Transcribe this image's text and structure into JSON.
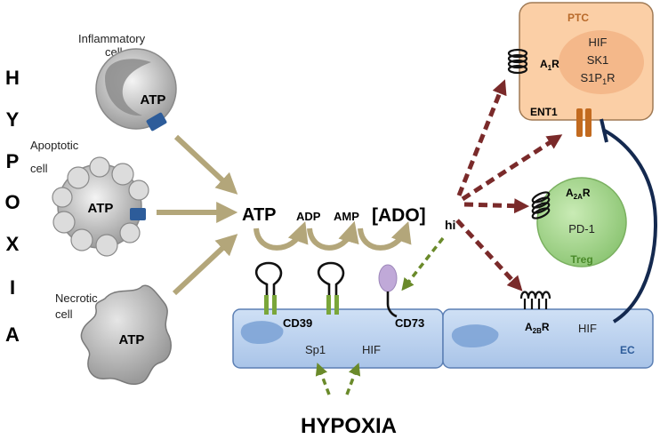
{
  "side_label": [
    "H",
    "Y",
    "P",
    "O",
    "X",
    "I",
    "A"
  ],
  "cells": {
    "inflammatory": {
      "label_line1": "Inflammatory",
      "label_line2": "cell",
      "content": "ATP"
    },
    "apoptotic": {
      "label_line1": "Apoptotic",
      "label_line2": "cell",
      "content": "ATP"
    },
    "necrotic": {
      "label_line1": "Necrotic",
      "label_line2": "cell",
      "content": "ATP"
    }
  },
  "pathway": {
    "atp": "ATP",
    "adp": "ADP",
    "amp": "AMP",
    "ado": "[ADO]",
    "ado_sub": "hi"
  },
  "enzymes": {
    "cd39": "CD39",
    "cd73": "CD73"
  },
  "epithelium": {
    "sp1": "Sp1",
    "hif": "HIF"
  },
  "ptc": {
    "title": "PTC",
    "hif": "HIF",
    "sk1": "SK1",
    "s1p1r_prefix": "S1P",
    "s1p1r_sub": "1",
    "s1p1r_suffix": "R",
    "ent1": "ENT1"
  },
  "receptors": {
    "a1r_prefix": "A",
    "a1r_sub": "1",
    "a1r_suffix": "R",
    "a2ar_prefix": "A",
    "a2ar_sub": "2A",
    "a2ar_suffix": "R",
    "a2br_prefix": "A",
    "a2br_sub": "2B",
    "a2br_suffix": "R"
  },
  "treg": {
    "pd1": "PD-1",
    "label": "Treg"
  },
  "endothelium": {
    "hif": "HIF",
    "label": "EC"
  },
  "bottom_label": "HYPOXIA",
  "colors": {
    "olive_arrow": "#b3a67a",
    "maroon_arrow": "#7a2a2a",
    "green_dash": "#6a8a2a",
    "ptc_fill": "#fbcfa6",
    "treg_fill": "#9fd38a",
    "cell_fill": "#bcd3ee",
    "ent1": "#c26a1f",
    "navy": "#14294f"
  }
}
